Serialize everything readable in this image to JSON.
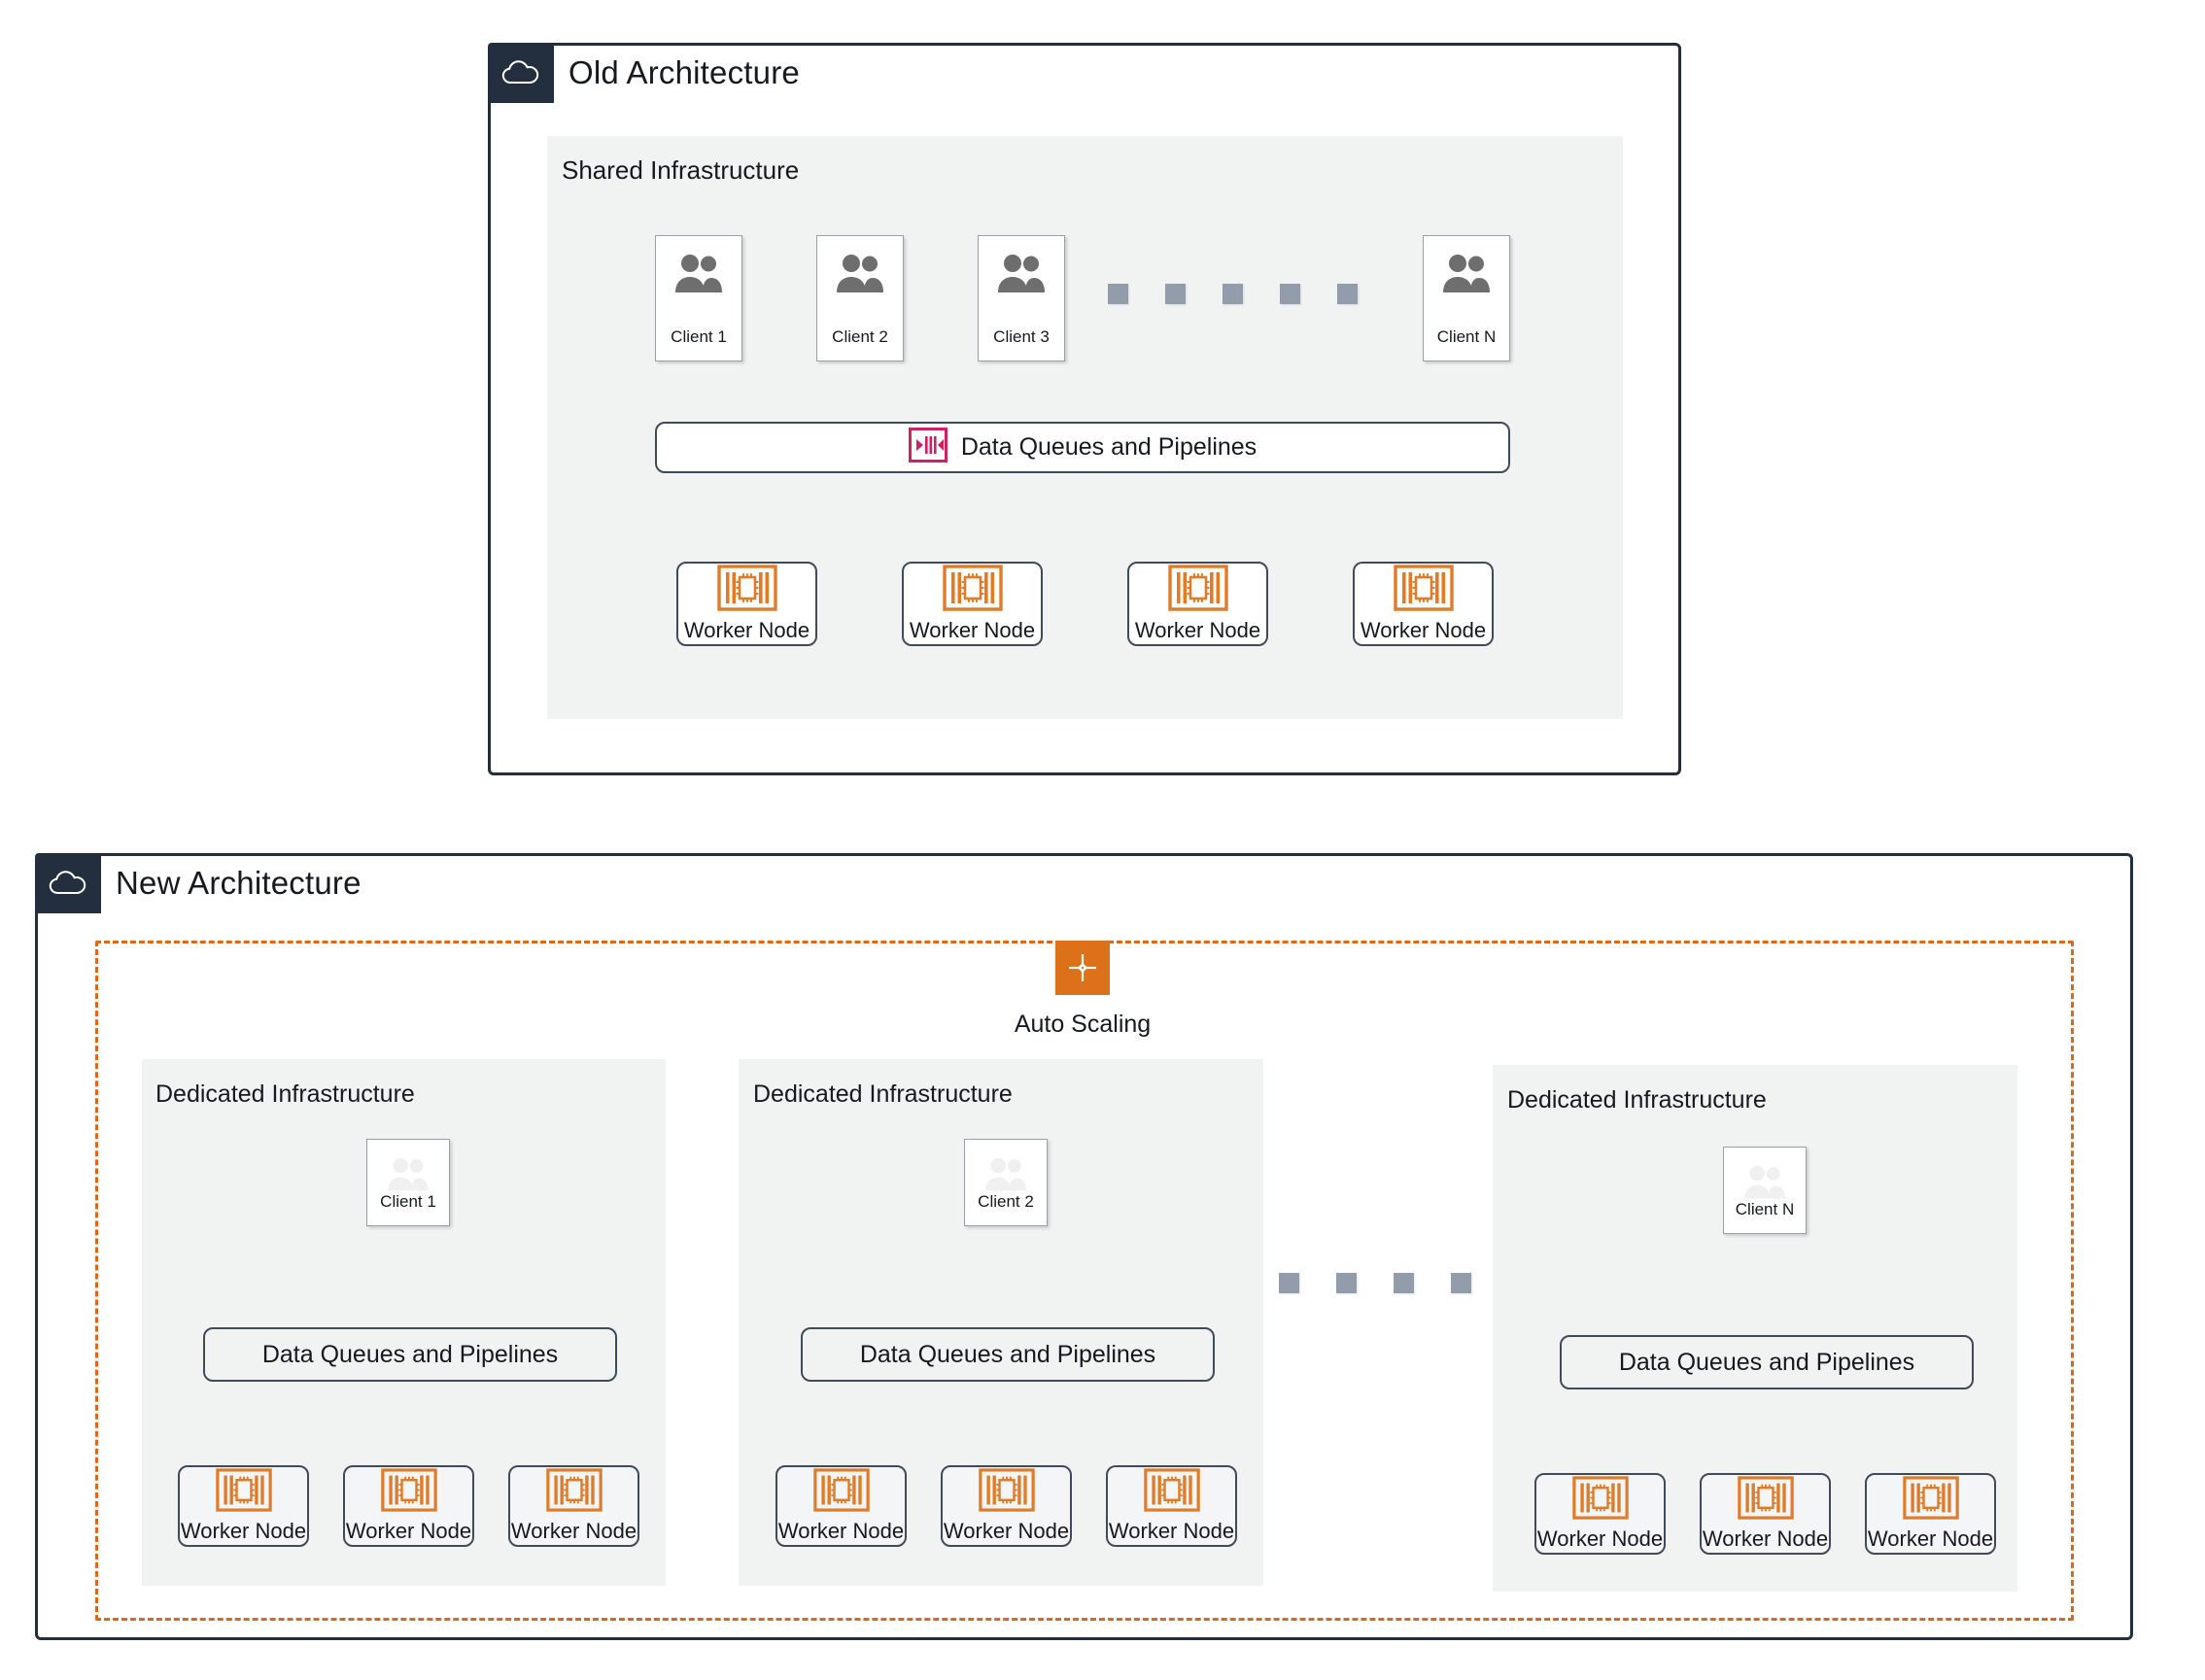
{
  "old_architecture": {
    "title": "Old Architecture",
    "cloud_icon": "cloud-icon",
    "infra_label": "Shared Infrastructure",
    "clients": [
      {
        "label": "Client 1",
        "icon": "users-icon"
      },
      {
        "label": "Client 2",
        "icon": "users-icon"
      },
      {
        "label": "Client 3",
        "icon": "users-icon"
      },
      {
        "label": "Client N",
        "icon": "users-icon"
      }
    ],
    "ellipsis_dots": 5,
    "queue": {
      "label": "Data Queues and Pipelines",
      "icon": "queue-icon",
      "icon_color": "#cc2264"
    },
    "workers": [
      {
        "label": "Worker Node",
        "icon": "compute-node-icon"
      },
      {
        "label": "Worker Node",
        "icon": "compute-node-icon"
      },
      {
        "label": "Worker Node",
        "icon": "compute-node-icon"
      },
      {
        "label": "Worker Node",
        "icon": "compute-node-icon"
      }
    ]
  },
  "new_architecture": {
    "title": "New Architecture",
    "cloud_icon": "cloud-icon",
    "auto_scaling": {
      "label": "Auto Scaling",
      "icon": "auto-scaling-icon",
      "color": "#dd7119",
      "boundary_color": "#d9691c"
    },
    "ellipsis_dots": 4,
    "groups": [
      {
        "infra_label": "Dedicated Infrastructure",
        "client": {
          "label": "Client 1",
          "icon": "users-icon"
        },
        "queue": {
          "label": "Data Queues and Pipelines"
        },
        "workers": [
          {
            "label": "Worker Node",
            "icon": "compute-node-icon"
          },
          {
            "label": "Worker Node",
            "icon": "compute-node-icon"
          },
          {
            "label": "Worker Node",
            "icon": "compute-node-icon"
          }
        ]
      },
      {
        "infra_label": "Dedicated Infrastructure",
        "client": {
          "label": "Client 2",
          "icon": "users-icon"
        },
        "queue": {
          "label": "Data Queues and Pipelines"
        },
        "workers": [
          {
            "label": "Worker Node",
            "icon": "compute-node-icon"
          },
          {
            "label": "Worker Node",
            "icon": "compute-node-icon"
          },
          {
            "label": "Worker Node",
            "icon": "compute-node-icon"
          }
        ]
      },
      {
        "infra_label": "Dedicated Infrastructure",
        "client": {
          "label": "Client N",
          "icon": "users-icon"
        },
        "queue": {
          "label": "Data Queues and Pipelines"
        },
        "workers": [
          {
            "label": "Worker Node",
            "icon": "compute-node-icon"
          },
          {
            "label": "Worker Node",
            "icon": "compute-node-icon"
          },
          {
            "label": "Worker Node",
            "icon": "compute-node-icon"
          }
        ]
      }
    ]
  },
  "colors": {
    "frame": "#232f3e",
    "panel": "#f1f3f3",
    "compute_orange": "#e07b28",
    "queue_pink": "#cc2264",
    "stroke": "#3f4b5b",
    "dot_gray": "#939cab"
  }
}
